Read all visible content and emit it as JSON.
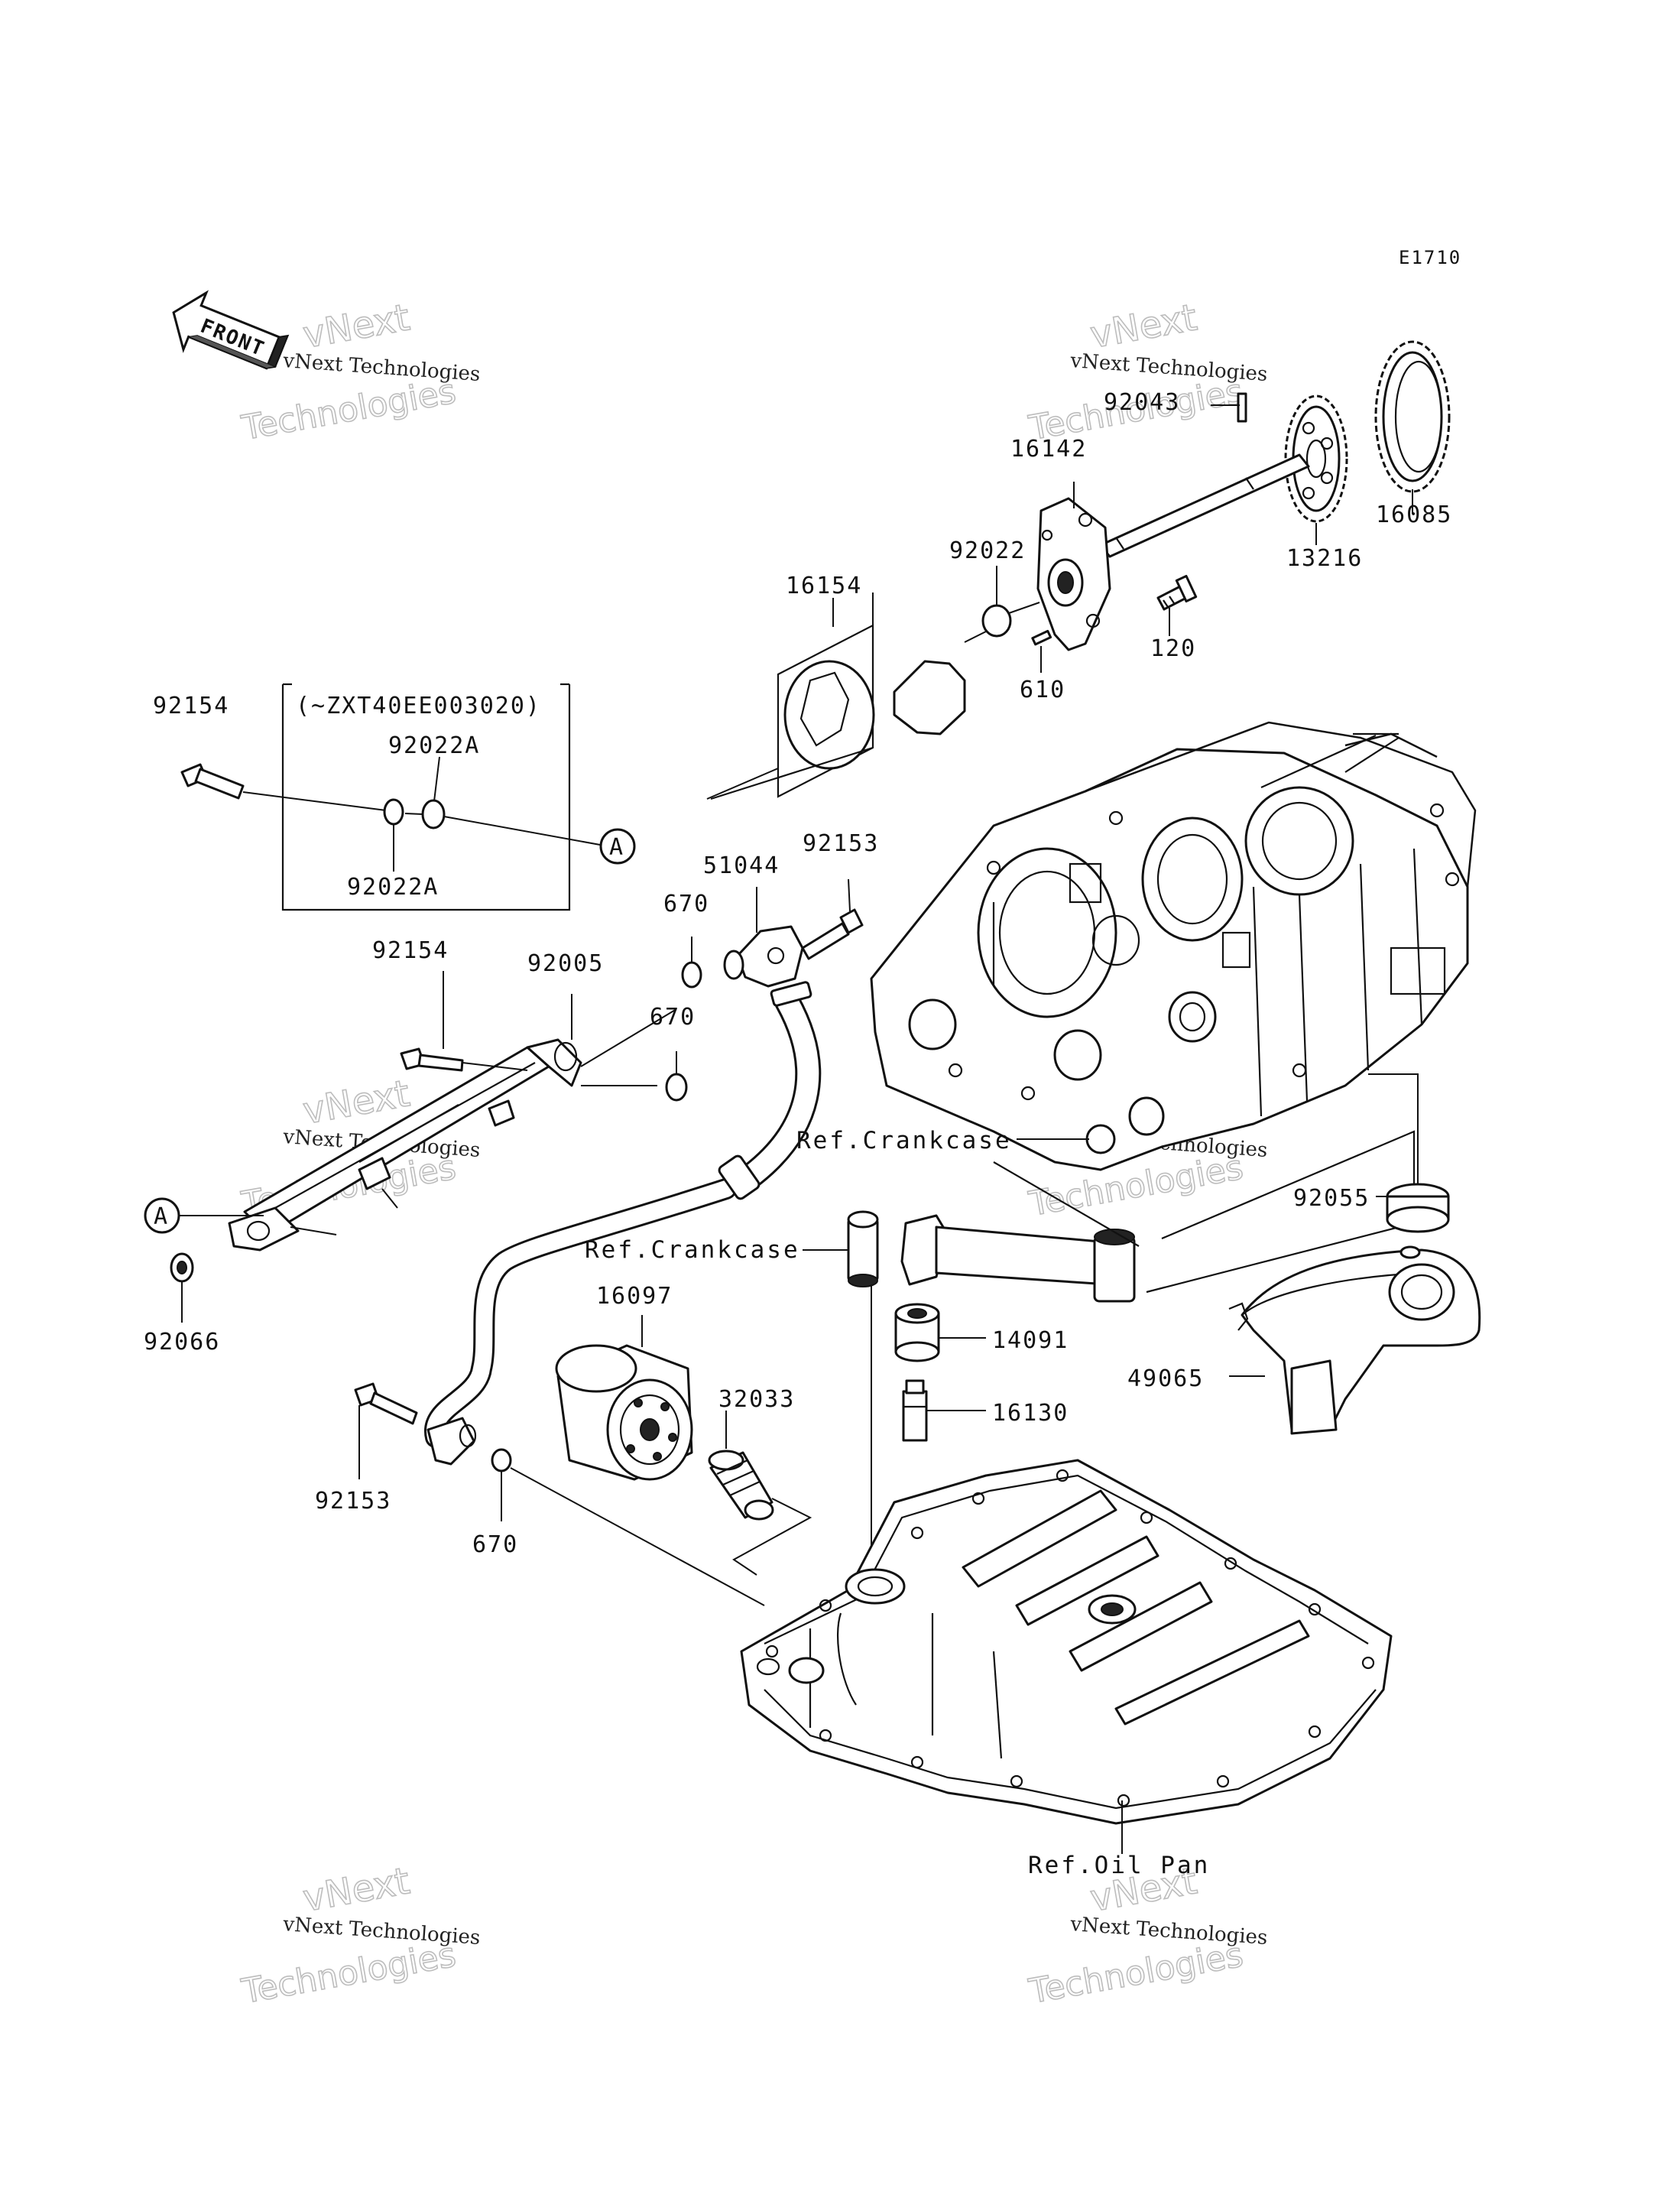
{
  "diagram_code": "E1710",
  "front_label": "FRONT",
  "callout_marker": "A",
  "variant_note": "(~ZXT40EE003020)",
  "watermark": {
    "line1": "vNext Technologies",
    "line2": "vNext",
    "line3": "Technologies"
  },
  "references": {
    "crankcase_upper": "Ref.Crankcase",
    "crankcase_lower": "Ref.Crankcase",
    "oil_pan": "Ref.Oil Pan"
  },
  "parts": [
    {
      "id": "92043",
      "label": "92043"
    },
    {
      "id": "16142",
      "label": "16142"
    },
    {
      "id": "16085",
      "label": "16085"
    },
    {
      "id": "13216",
      "label": "13216"
    },
    {
      "id": "92022",
      "label": "92022"
    },
    {
      "id": "16154",
      "label": "16154"
    },
    {
      "id": "120",
      "label": "120"
    },
    {
      "id": "610",
      "label": "610"
    },
    {
      "id": "92154a",
      "label": "92154"
    },
    {
      "id": "92022A_top",
      "label": "92022A"
    },
    {
      "id": "92022A_bottom",
      "label": "92022A"
    },
    {
      "id": "92153a",
      "label": "92153"
    },
    {
      "id": "51044",
      "label": "51044"
    },
    {
      "id": "670a",
      "label": "670"
    },
    {
      "id": "92154b",
      "label": "92154"
    },
    {
      "id": "92005",
      "label": "92005"
    },
    {
      "id": "670b",
      "label": "670"
    },
    {
      "id": "92055",
      "label": "92055"
    },
    {
      "id": "92066",
      "label": "92066"
    },
    {
      "id": "16097",
      "label": "16097"
    },
    {
      "id": "14091",
      "label": "14091"
    },
    {
      "id": "32033",
      "label": "32033"
    },
    {
      "id": "16130",
      "label": "16130"
    },
    {
      "id": "49065",
      "label": "49065"
    },
    {
      "id": "92153b",
      "label": "92153"
    },
    {
      "id": "670c",
      "label": "670"
    }
  ]
}
